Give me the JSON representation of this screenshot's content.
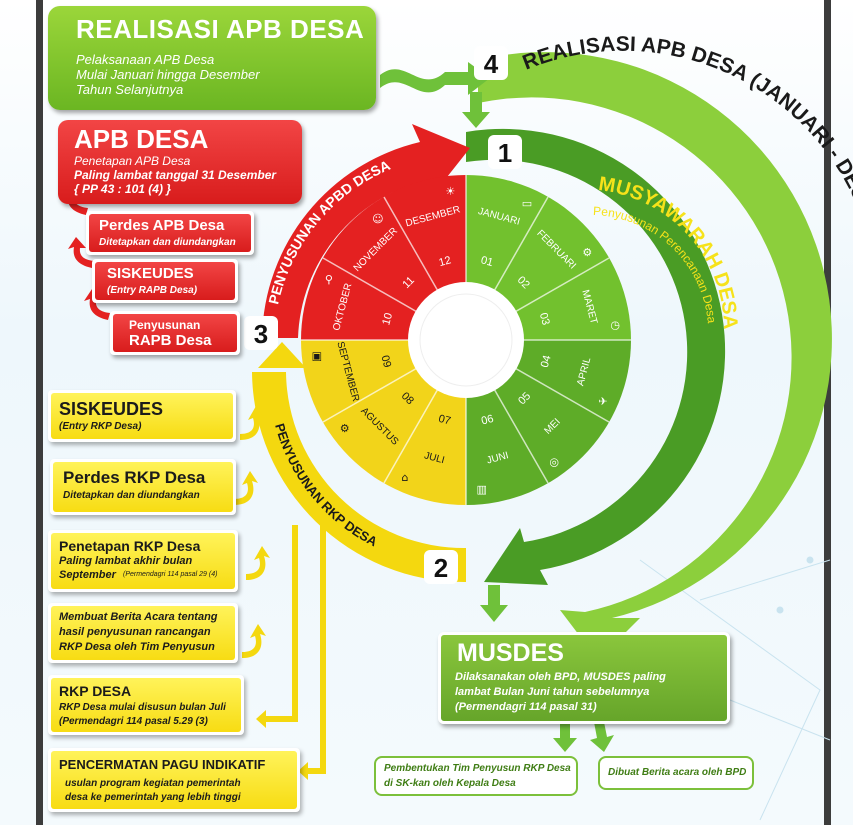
{
  "realisasi": {
    "title": "REALISASI APB DESA",
    "line1": "Pelaksanaan APB Desa",
    "line2": "Mulai Januari hingga Desember",
    "line3": "Tahun Selanjutnya"
  },
  "apb": {
    "title": "APB DESA",
    "line1": "Penetapan APB Desa",
    "line2": "Paling lambat tanggal 31 Desember",
    "line3": "{ PP 43 : 101 (4) }"
  },
  "red_cards": [
    {
      "title": "Perdes APB Desa",
      "sub": "Ditetapkan dan diundangkan"
    },
    {
      "title": "SISKEUDES",
      "sub": "(Entry RAPB Desa)"
    },
    {
      "title": "Penyusunan",
      "sub": "RAPB Desa"
    }
  ],
  "yellow_cards": {
    "siskeudes": {
      "title": "SISKEUDES",
      "sub": "(Entry RKP Desa)"
    },
    "perdes": {
      "title": "Perdes RKP Desa",
      "sub": "Ditetapkan dan diundangkan"
    },
    "penetapan": {
      "title": "Penetapan RKP Desa",
      "sub1": "Paling lambat akhir bulan",
      "sub2": "September",
      "ref": "(Permendagri 114 pasal 29 (4)"
    },
    "berita": {
      "line1": "Membuat Berita Acara tentang",
      "line2": "hasil penyusunan rancangan",
      "line3": "RKP Desa oleh Tim Penyusun"
    },
    "rkp": {
      "title": "RKP DESA",
      "sub1": "RKP Desa mulai disusun bulan Juli",
      "sub2": "(Permendagri 114 pasal 5.29 (3)"
    },
    "pagu": {
      "title": "PENCERMATAN PAGU INDIKATIF",
      "sub1": "usulan program kegiatan pemerintah",
      "sub2": "desa ke pemerintah yang lebih tinggi"
    }
  },
  "musdes": {
    "title": "MUSDES",
    "line1": "Dilaksanakan oleh BPD, MUSDES paling",
    "line2": "lambat Bulan Juni tahun sebelumnya",
    "line3": "(Permendagri 114 pasal 31)"
  },
  "bottom_pills": {
    "left1": "Pembentukan Tim Penyusun RKP Desa",
    "left2": "di SK-kan oleh Kepala Desa",
    "right": "Dibuat Berita acara oleh BPD"
  },
  "arc_labels": {
    "realisasi_arc": "REALISASI APB DESA (JANUARI - DESEMBER)",
    "musyawarah": "MUSYAWARAH DESA",
    "penyusunan_perencanaan": "Penyusunan Perencanaan Desa",
    "penyusunan_apbd": "PENYUSUNAN APBD DESA",
    "penyusunan_rkp": "PENYUSUNAN RKP DESA"
  },
  "step_numbers": [
    "1",
    "2",
    "3",
    "4"
  ],
  "months": [
    {
      "name": "JANUARI",
      "num": "01",
      "icon": "monitor-icon"
    },
    {
      "name": "FEBRUARI",
      "num": "02",
      "icon": "gear-icon"
    },
    {
      "name": "MARET",
      "num": "03",
      "icon": "clock-icon"
    },
    {
      "name": "APRIL",
      "num": "04",
      "icon": "plane-icon"
    },
    {
      "name": "MEI",
      "num": "05",
      "icon": "globe-icon"
    },
    {
      "name": "JUNI",
      "num": "06",
      "icon": "factory-icon"
    },
    {
      "name": "JULI",
      "num": "07",
      "icon": "home-icon"
    },
    {
      "name": "AGUSTUS",
      "num": "08",
      "icon": "cog-icon"
    },
    {
      "name": "SEPTEMBER",
      "num": "09",
      "icon": "briefcase-icon"
    },
    {
      "name": "OKTOBER",
      "num": "10",
      "icon": "search-icon"
    },
    {
      "name": "NOVEMBER",
      "num": "11",
      "icon": "people-icon"
    },
    {
      "name": "DESEMBER",
      "num": "12",
      "icon": "bulb-icon"
    }
  ],
  "colors": {
    "green": "#5fad27",
    "green_light": "#8cc63f",
    "red": "#e42121",
    "yellow": "#f4d80f",
    "dark_border": "#3c3c3c"
  }
}
